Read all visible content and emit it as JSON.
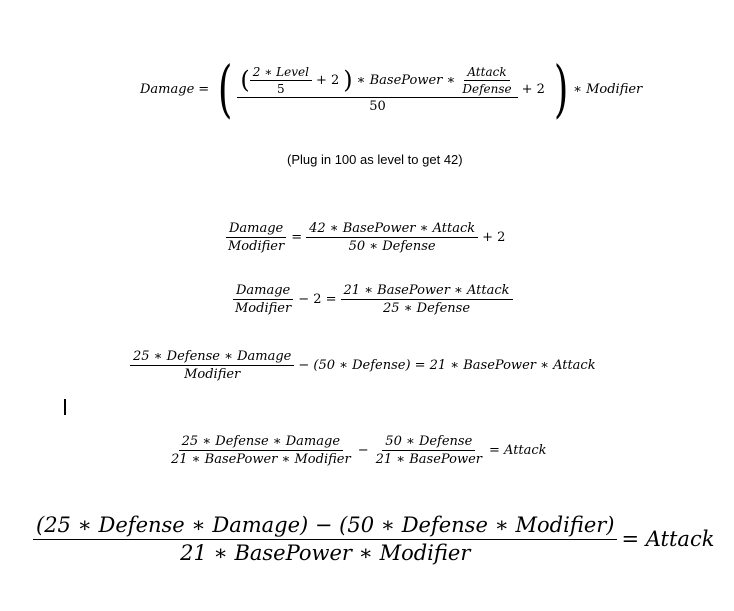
{
  "eq1": {
    "lhs": "Damage",
    "eq": "=",
    "inner_num": "2 ∗ Level",
    "inner_den": "5",
    "plus2a": "+ 2",
    "times_bp": "∗ BasePower ∗",
    "atk": "Attack",
    "def": "Defense",
    "den": "50",
    "plus2b": "+ 2",
    "mod": "∗ Modifier"
  },
  "note": "(Plug in 100 as level to get 42)",
  "eq2": {
    "num_l": "Damage",
    "den_l": "Modifier",
    "eq": "=",
    "num_r": "42 ∗ BasePower ∗ Attack",
    "den_r": "50 ∗ Defense",
    "tail": "+ 2"
  },
  "eq3": {
    "num_l": "Damage",
    "den_l": "Modifier",
    "mid": "− 2 =",
    "num_r": "21 ∗ BasePower ∗ Attack",
    "den_r": "25 ∗ Defense"
  },
  "eq4": {
    "num": "25 ∗ Defense ∗ Damage",
    "den": "Modifier",
    "mid": "− (50 ∗ Defense) =",
    "rhs": "21 ∗ BasePower ∗ Attack"
  },
  "eq5": {
    "num1": "25 ∗ Defense ∗ Damage",
    "den1": "21 ∗ BasePower ∗ Modifier",
    "minus": "−",
    "num2": "50 ∗ Defense",
    "den2": "21 ∗ BasePower",
    "rhs": "= Attack"
  },
  "eq6": {
    "num": "(25 ∗ Defense ∗ Damage) − (50 ∗ Defense ∗ Modifier)",
    "den": "21 ∗ BasePower ∗ Modifier",
    "rhs": "= Attack"
  }
}
